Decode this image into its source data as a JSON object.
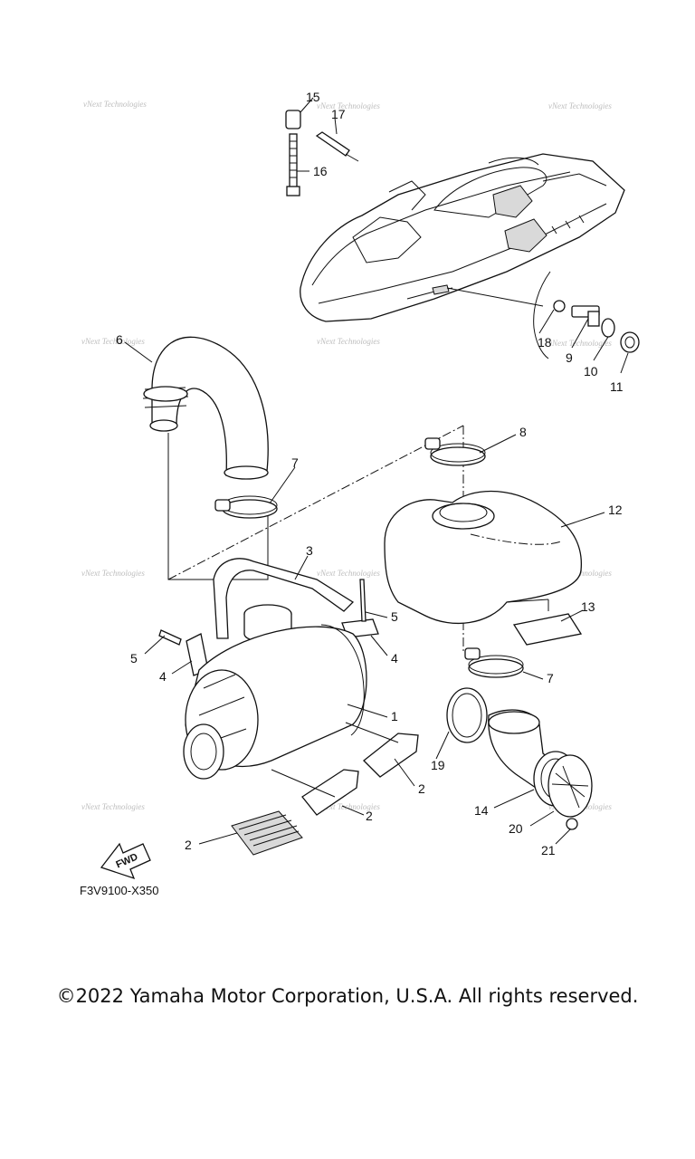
{
  "watermark": "vNext Technologies",
  "figure_code": "F3V9100-X350",
  "fwd_label": "FWD",
  "copyright": "©2022 Yamaha Motor Corporation, U.S.A. All rights reserved.",
  "callouts": [
    "1",
    "2",
    "3",
    "4",
    "5",
    "6",
    "7",
    "8",
    "9",
    "10",
    "11",
    "12",
    "13",
    "14",
    "15",
    "16",
    "17",
    "18",
    "19",
    "20",
    "21"
  ]
}
